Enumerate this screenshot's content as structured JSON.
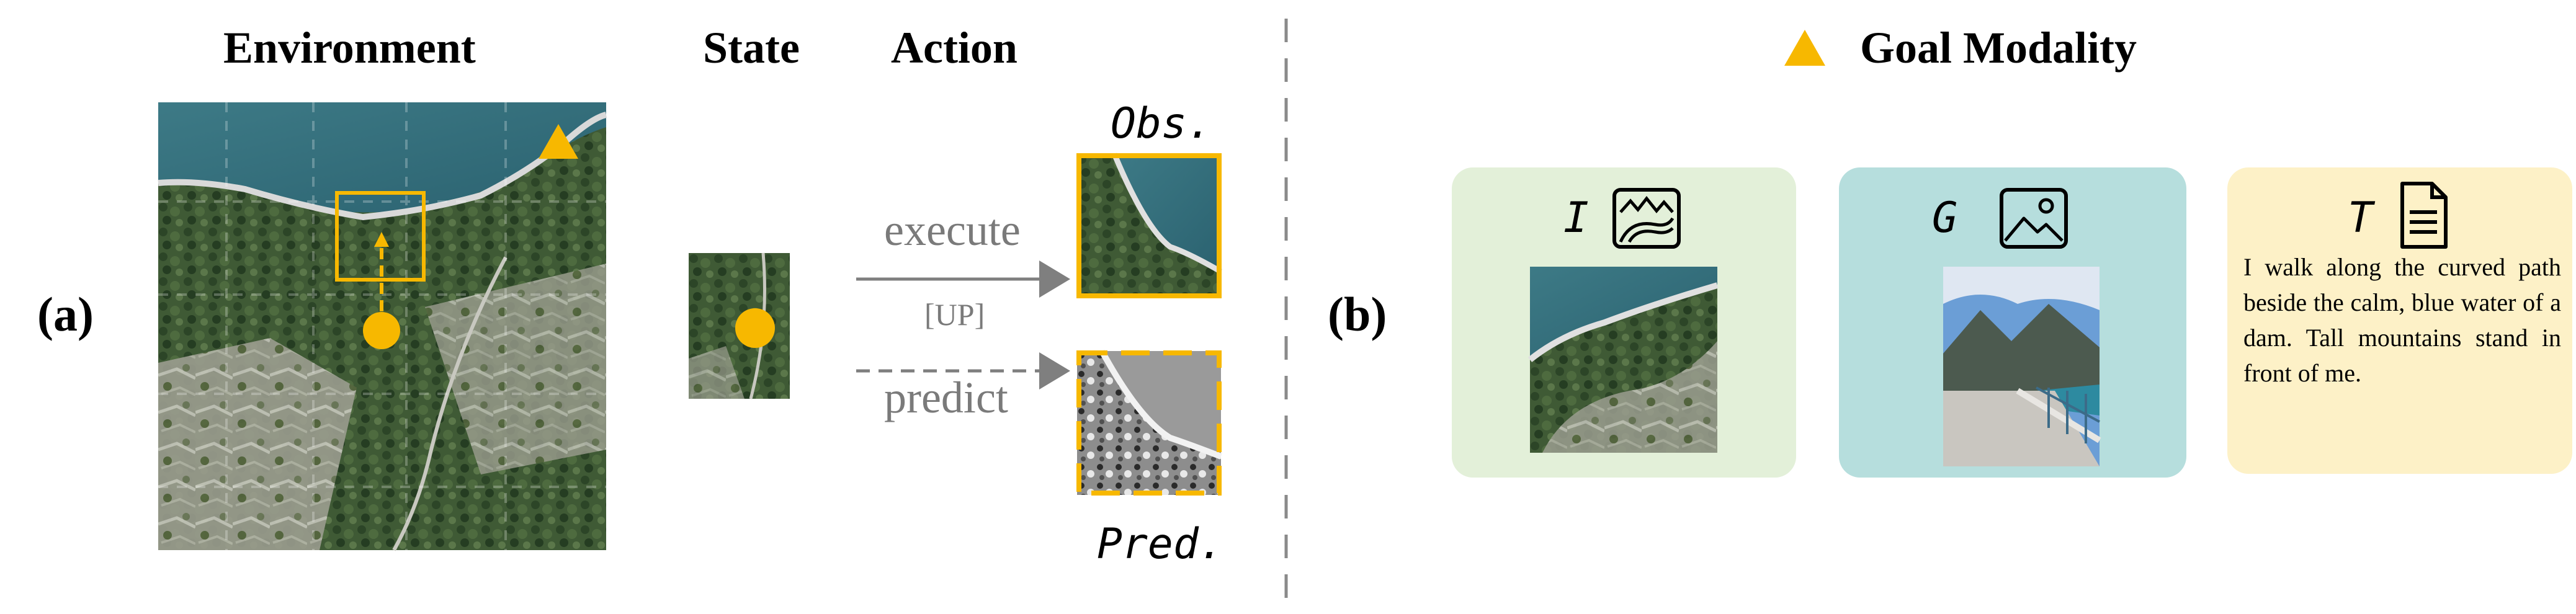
{
  "panel_a": {
    "label": "(a)",
    "environment_title": "Environment",
    "state_title": "State",
    "action_title": "Action",
    "execute_label": "execute",
    "action_token": "[UP]",
    "predict_label": "predict",
    "obs_label": "Obs.",
    "pred_label": "Pred."
  },
  "panel_b": {
    "label": "(b)",
    "goal_title": "Goal Modality",
    "cards": [
      {
        "symbol": "I",
        "icon": "aerial-map-icon",
        "color": "#e3f0d9"
      },
      {
        "symbol": "G",
        "icon": "image-icon",
        "color": "#b6dedd"
      },
      {
        "symbol": "T",
        "icon": "document-icon",
        "color": "#fdf1c7",
        "text": "I walk along the curved path beside the calm, blue water of a dam. Tall mountains stand in front of me."
      }
    ]
  },
  "colors": {
    "accent": "#f7b800",
    "arrow": "#7f7f7f",
    "divider": "#8a8a8a"
  }
}
